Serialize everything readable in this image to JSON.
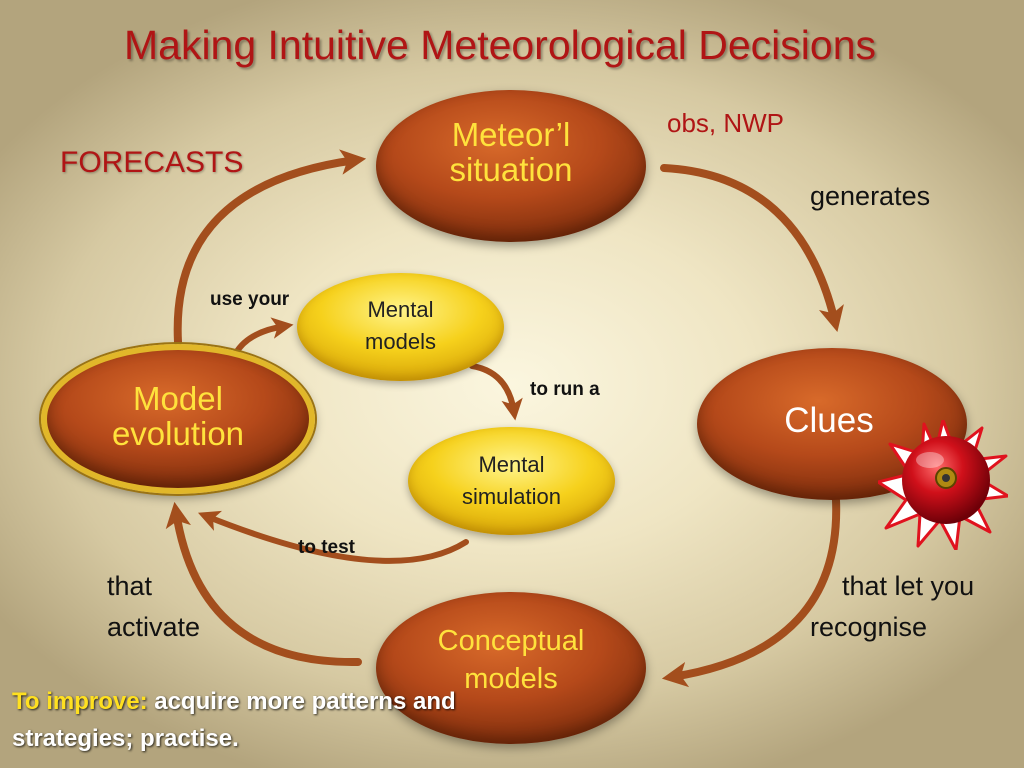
{
  "title": "Making Intuitive Meteorological Decisions",
  "nodes": {
    "situation": {
      "line1": "Meteor’l",
      "line2": "situation"
    },
    "clues": {
      "label": "Clues"
    },
    "conceptual": {
      "line1": "Conceptual",
      "line2": "models"
    },
    "evolution": {
      "line1": "Model",
      "line2": "evolution"
    },
    "mental_models": {
      "line1": "Mental",
      "line2": "models"
    },
    "mental_simulation": {
      "line1": "Mental",
      "line2": "simulation"
    }
  },
  "labels": {
    "forecasts": "FORECASTS",
    "obs": "obs, NWP",
    "generates": "generates",
    "let_you_line1": "that let you",
    "let_you_line2": "recognise",
    "activate_line1": "that",
    "activate_line2": "activate",
    "use_your": "use your",
    "to_run": "to run a",
    "to_test": "to test"
  },
  "improve": {
    "highlight": "To improve:",
    "rest": " acquire more patterns and strategies; practise."
  },
  "icons": [
    "alarm-button-icon"
  ],
  "colors": {
    "title": "#b01515",
    "node_brown": "#b5491a",
    "node_yellow": "#f6d11c",
    "arrow_brown": "#9e4a1c",
    "highlight": "#ffe020"
  }
}
